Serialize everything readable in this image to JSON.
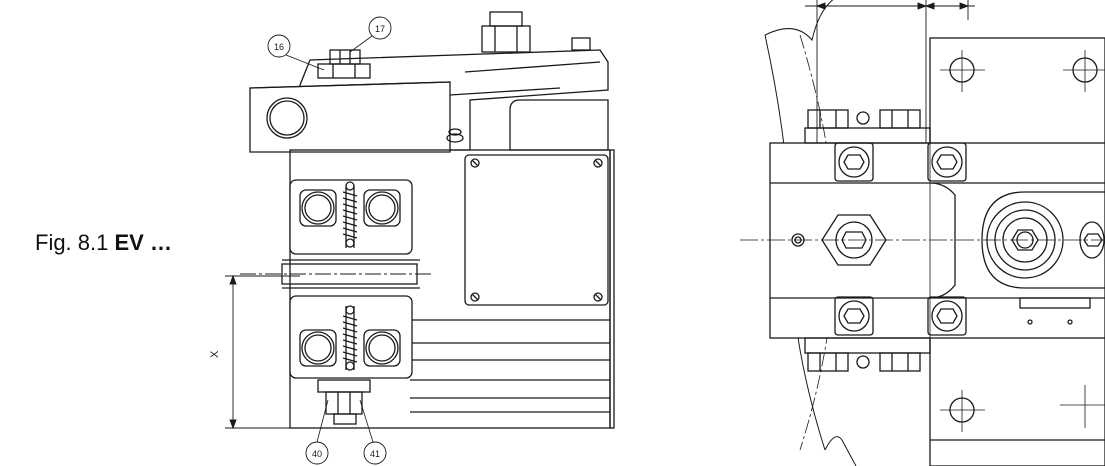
{
  "caption": {
    "prefix": "Fig. 8.1 ",
    "bold": "EV …"
  },
  "callouts": {
    "c16": "16",
    "c17": "17",
    "c40": "40",
    "c41": "41"
  },
  "dimensions": {
    "x_label": "X"
  },
  "colors": {
    "line": "#1a1a1a",
    "thin": "#333333",
    "background": "#ffffff"
  }
}
